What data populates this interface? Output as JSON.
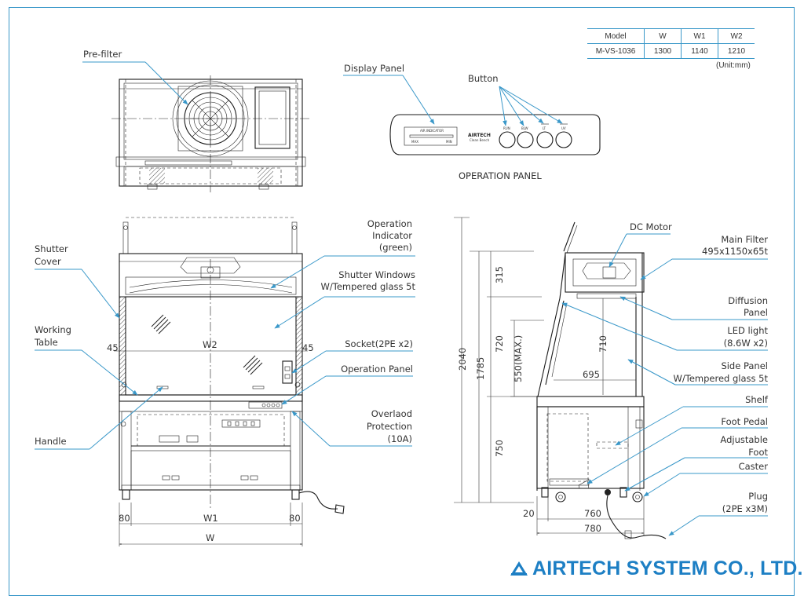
{
  "spec_table": {
    "headers": [
      "Model",
      "W",
      "W1",
      "W2"
    ],
    "rows": [
      [
        "M-VS-1036",
        "1300",
        "1140",
        "1210"
      ]
    ],
    "unit_note": "(Unit:mm)"
  },
  "top_view": {
    "prefilter_label": "Pre-filter"
  },
  "operation_panel": {
    "display_panel_label": "Display Panel",
    "button_label": "Button",
    "caption": "OPERATION PANEL",
    "air_indicator_text": "AIR INDICATOR",
    "scale_min": "MAX",
    "scale_max": "MIN",
    "panel_brand": "AIRTECH",
    "panel_brand_sub": "Clean Bench",
    "button_tags": [
      "RUN",
      "BLW",
      "LT",
      "UV"
    ]
  },
  "front_view": {
    "labels": {
      "operation_indicator": [
        "Operation",
        "Indicator",
        "(green)"
      ],
      "shutter_windows": [
        "Shutter Windows",
        "W/Tempered glass  5t"
      ],
      "socket": "Socket(2PE x2)",
      "operation_panel": "Operation Panel",
      "overload_protection": [
        "Overlaod",
        "Protection",
        "(10A)"
      ],
      "shutter_cover": [
        "Shutter",
        "Cover"
      ],
      "working_table": [
        "Working",
        "Table"
      ],
      "handle": "Handle"
    },
    "dims": {
      "left_margin": "45",
      "w2": "W2",
      "right_margin": "45",
      "bottom_left": "80",
      "w1": "W1",
      "bottom_right": "80",
      "w": "W"
    }
  },
  "side_view": {
    "labels": {
      "dc_motor": "DC Motor",
      "main_filter": [
        "Main Filter",
        "495x1150x65t"
      ],
      "diffusion_panel": [
        "Diffusion",
        "Panel"
      ],
      "led_light": [
        "LED light",
        "(8.6W x2)"
      ],
      "side_panel": [
        "Side Panel",
        "W/Tempered glass 5t"
      ],
      "shelf": "Shelf",
      "foot_pedal": "Foot Pedal",
      "adjustable_foot": [
        "Adjustable",
        "Foot"
      ],
      "caster": "Caster",
      "plug": [
        "Plug",
        "(2PE x3M)"
      ]
    },
    "dims": {
      "total_height": "2040",
      "upper_height": "1785",
      "top_section": "315",
      "work_area": "720",
      "opening": "550(MAX.)",
      "base_height": "750",
      "interior_height": "710",
      "interior_depth": "695",
      "left_offset": "20",
      "depth_inner": "760",
      "depth_total": "780"
    }
  },
  "brand": {
    "company": "AIRTECH SYSTEM CO., LTD."
  }
}
